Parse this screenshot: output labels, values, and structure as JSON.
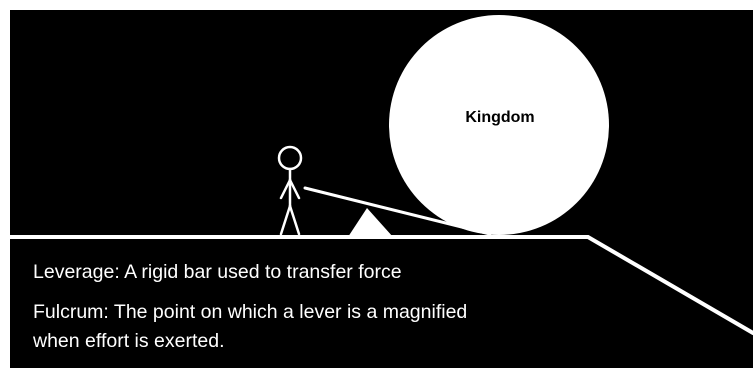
{
  "diagram": {
    "background_color": "#000000",
    "foreground_color": "#ffffff",
    "boulder": {
      "label": "Kingdom"
    },
    "captions": {
      "leverage": "Leverage: A rigid bar used to transfer force",
      "fulcrum_line_1": "Fulcrum: The point on which a lever is a magnified",
      "fulcrum_line_2": "when effort is exerted."
    },
    "figure": {
      "icon": "stick-figure-icon"
    },
    "fulcrum": {
      "icon": "triangle-icon"
    },
    "lever": {
      "icon": "lever-bar"
    }
  }
}
